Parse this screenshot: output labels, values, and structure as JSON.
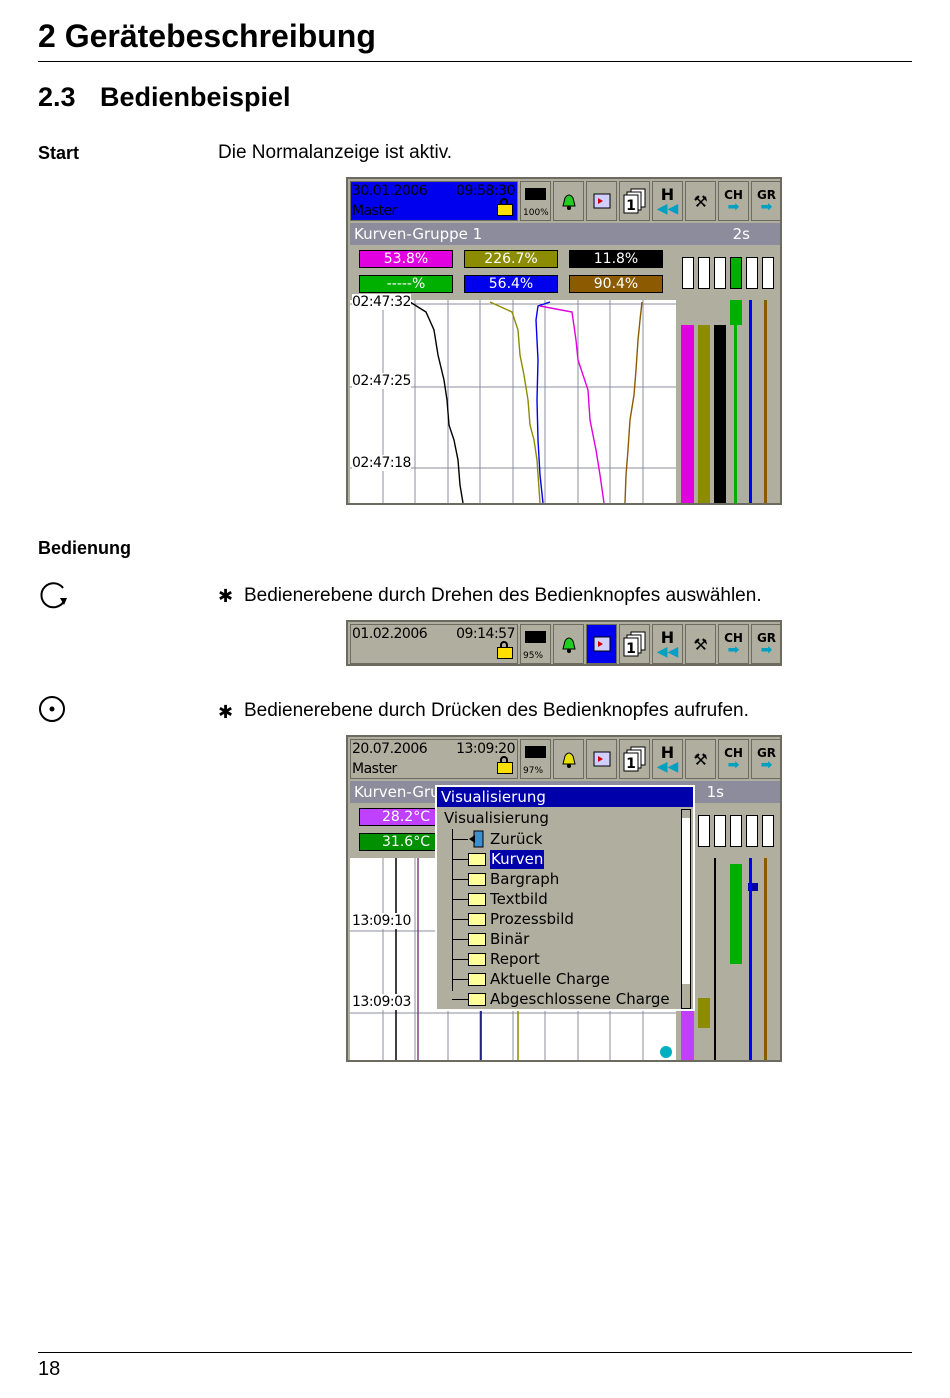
{
  "page": {
    "chapter": "2 Gerätebeschreibung",
    "section_number": "2.3",
    "section_title": "Bedienbeispiel",
    "page_number": "18"
  },
  "start": {
    "label": "Start",
    "text": "Die Normalanzeige ist aktiv."
  },
  "operation": {
    "label": "Bedienung",
    "step1": "Bedienerebene durch Drehen des Bedienknopfes auswählen.",
    "step2": "Bedienerebene durch Drücken des Bedienknopfes aufrufen.",
    "bullet": "✱"
  },
  "screen1": {
    "date": "30.01.2006",
    "time": "09:58:30",
    "user": "Master",
    "memory": "100%",
    "group": "Kurven-Gruppe 1",
    "interval": "2s",
    "values": [
      "53.8%",
      "226.7%",
      "11.8%",
      "-----%",
      "56.4%",
      "90.4%"
    ],
    "value_colors": [
      "#e000e0",
      "#8c8c00",
      "#000000",
      "#00b000",
      "#0000ee",
      "#8c5a00"
    ],
    "time_labels": [
      "02:47:32",
      "02:47:25",
      "02:47:18"
    ]
  },
  "screen2": {
    "date": "01.02.2006",
    "time": "09:14:57",
    "memory": "95%"
  },
  "screen3": {
    "date": "20.07.2006",
    "time": "13:09:20",
    "user": "Master",
    "memory": "97%",
    "group": "Kurven-Gru",
    "interval": "1s",
    "values": [
      "28.2°C",
      "31.6°C"
    ],
    "value_colors": [
      "#c040ff",
      "#009000"
    ],
    "time_labels": [
      "13:09:10",
      "13:09:03"
    ],
    "menu": {
      "title": "Visualisierung",
      "root": "Visualisierung",
      "items": [
        "Zurück",
        "Kurven",
        "Bargraph",
        "Textbild",
        "Prozessbild",
        "Binär",
        "Report",
        "Aktuelle Charge",
        "Abgeschlossene Charge"
      ]
    }
  },
  "toolbar": {
    "h_label": "H",
    "ch_label": "CH",
    "gr_label": "GR",
    "page_label": "1",
    "icons": [
      "memory-icon",
      "alarm-bell-icon",
      "event-list-icon",
      "page-stack-icon",
      "history-rewind-icon",
      "tools-icon",
      "channel-next-icon",
      "group-next-icon"
    ]
  }
}
